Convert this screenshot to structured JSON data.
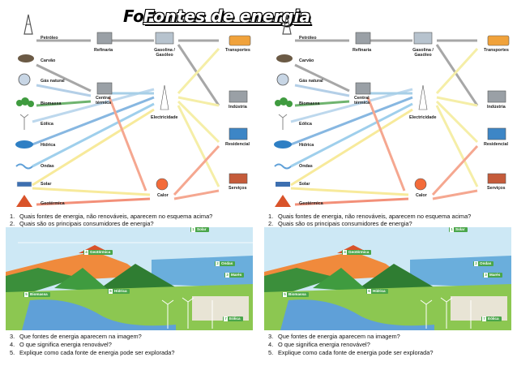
{
  "title": {
    "ghost": "Fo",
    "main": "Fontes de energia"
  },
  "sources": [
    "Petróleo",
    "Carvão",
    "Gás natural",
    "Biomassa",
    "Eólica",
    "Hídrica",
    "Ondas",
    "Solar",
    "Geotérmica"
  ],
  "processing": [
    "Refinaria",
    "Central térmica"
  ],
  "carriers": [
    "Gasolina / Gasóleo",
    "Electricidade",
    "Calor"
  ],
  "consumers": [
    "Transportes",
    "Indústria",
    "Residencial",
    "Serviços"
  ],
  "questions_top": [
    {
      "n": "1.",
      "text": "Quais fontes de energia, não renováveis, aparecem no esquema acima?"
    },
    {
      "n": "2.",
      "text": "Quais são os principais consumidores de energia?"
    }
  ],
  "scene_tags": [
    {
      "n": "1",
      "label": "Solar"
    },
    {
      "n": "4",
      "label": "Geotérmica"
    },
    {
      "n": "2",
      "label": "Ondas"
    },
    {
      "n": "3",
      "label": "Marés"
    },
    {
      "n": "6",
      "label": "Hídrica"
    },
    {
      "n": "5",
      "label": "Biomassa"
    },
    {
      "n": "7",
      "label": "Eólica"
    }
  ],
  "questions_bottom": [
    {
      "n": "3.",
      "text": "Que fontes de energia aparecem na imagem?"
    },
    {
      "n": "4.",
      "text": "O que significa energia renovável?"
    },
    {
      "n": "5.",
      "text": "Explique como cada fonte de energia pode ser explorada?"
    }
  ],
  "colors": {
    "oil": "#7a7a7a",
    "coal": "#5a4a3a",
    "gas": "#9bbfe0",
    "biomass": "#3f9b3f",
    "wind": "#a7cbe8",
    "hydro": "#5fa0d8",
    "solar": "#f5e37a",
    "geo": "#ef6b4d",
    "electric": "#f2e98a",
    "heat": "#f28a6b",
    "tag": "#4aa64a"
  }
}
